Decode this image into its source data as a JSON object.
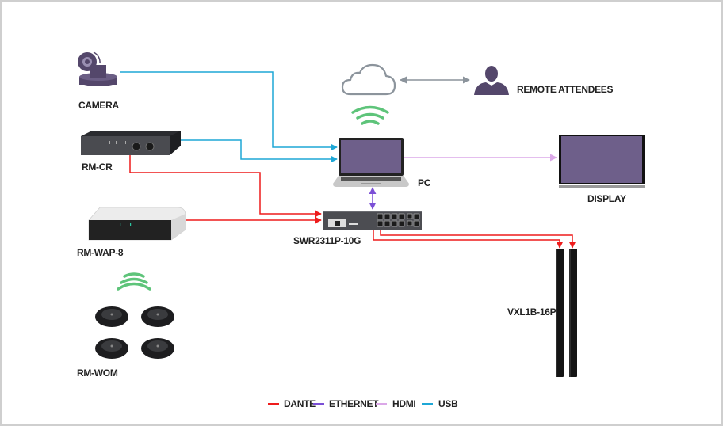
{
  "diagram": {
    "title": "Room system connection diagram",
    "devices": {
      "camera": "CAMERA",
      "rm_cr": "RM-CR",
      "rm_wap": "RM-WAP-8",
      "rm_wom": "RM-WOM",
      "pc": "PC",
      "switch": "SWR2311P-10G",
      "display": "DISPLAY",
      "speakers": "VXL1B-16P",
      "remote": "REMOTE ATTENDEES"
    },
    "connections": [
      {
        "from": "CAMERA",
        "to": "PC",
        "type": "USB"
      },
      {
        "from": "RM-CR",
        "to": "PC",
        "type": "USB"
      },
      {
        "from": "RM-CR",
        "to": "SWR2311P-10G",
        "type": "DANTE"
      },
      {
        "from": "RM-WAP-8",
        "to": "SWR2311P-10G",
        "type": "DANTE"
      },
      {
        "from": "PC",
        "to": "SWR2311P-10G",
        "type": "ETHERNET"
      },
      {
        "from": "PC",
        "to": "DISPLAY",
        "type": "HDMI"
      },
      {
        "from": "SWR2311P-10G",
        "to": "VXL1B-16P",
        "type": "DANTE"
      },
      {
        "from": "SWR2311P-10G",
        "to": "VXL1B-16P",
        "type": "DANTE"
      },
      {
        "from": "Cloud",
        "to": "REMOTE ATTENDEES",
        "type": "internet"
      },
      {
        "from": "RM-WAP-8",
        "to": "RM-WOM",
        "type": "wireless"
      },
      {
        "from": "PC",
        "to": "Cloud",
        "type": "wireless"
      }
    ],
    "legend": [
      {
        "label": "DANTE",
        "color": "#ee1c1c"
      },
      {
        "label": "ETHERNET",
        "color": "#7b4fd6"
      },
      {
        "label": "HDMI",
        "color": "#dba8e8"
      },
      {
        "label": "USB",
        "color": "#1ea7d6"
      }
    ],
    "colors": {
      "wifi": "#5ec47a",
      "device_purple": "#54476b",
      "screen": "#6e5f8a",
      "cloud": "#8c949c"
    }
  }
}
